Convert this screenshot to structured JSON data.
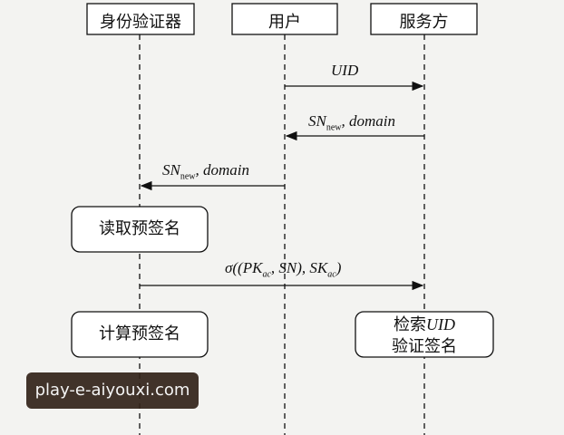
{
  "participants": {
    "device": "身份验证器",
    "user": "用户",
    "service": "服务方"
  },
  "messages": {
    "m1": {
      "text": "UID"
    },
    "m2": {
      "sn": "SN",
      "sub": "new",
      "rest": ", domain"
    },
    "m3": {
      "sn": "SN",
      "sub": "new",
      "rest": ", domain"
    },
    "m4": {
      "sigma": "σ((PK",
      "sub1": "ac",
      "mid": ", SN), SK",
      "sub2": "ac",
      "end": ")"
    }
  },
  "boxes": {
    "read_presign": "读取预签名",
    "compute_presign": "计算预签名",
    "retrieve_uid": "检索",
    "retrieve_uid_italic": "UID",
    "verify_sign": "验证签名"
  },
  "watermark": "play-e-aiyouxi.com"
}
